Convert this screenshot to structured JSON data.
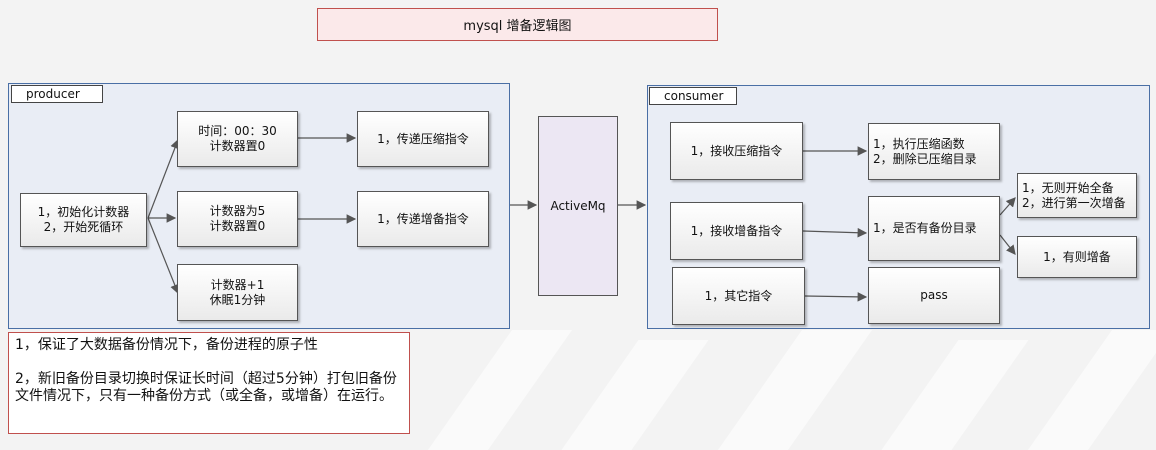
{
  "title": "mysql  增备逻辑图",
  "producer": {
    "label": "producer",
    "init": "1，初始化计数器\n2，开始死循环",
    "branch_time": "时间：00：30\n计数器置0",
    "branch_count5": "计数器为5\n计数器置0",
    "branch_sleep": "计数器+1\n休眠1分钟",
    "send_compress": "1，传递压缩指令",
    "send_incremental": "1，传递增备指令"
  },
  "mq": {
    "label": "ActiveMq"
  },
  "consumer": {
    "label": "consumer",
    "recv_compress": "1，接收压缩指令",
    "recv_incremental": "1，接收增备指令",
    "recv_other": "1，其它指令",
    "exec_compress": "1，执行压缩函数\n2，删除已压缩目录",
    "check_backup_dir": "1，是否有备份目录",
    "pass": "pass",
    "no_dir": "1，无则开始全备\n2，进行第一次增备",
    "has_dir": "1，有则增备"
  },
  "note": "1，保证了大数据备份情况下，备份进程的原子性\n\n2，新旧备份目录切换时保证长时间（超过5分钟）打包旧备份文件情况下，只有一种备份方式（或全备，或增备）在运行。"
}
